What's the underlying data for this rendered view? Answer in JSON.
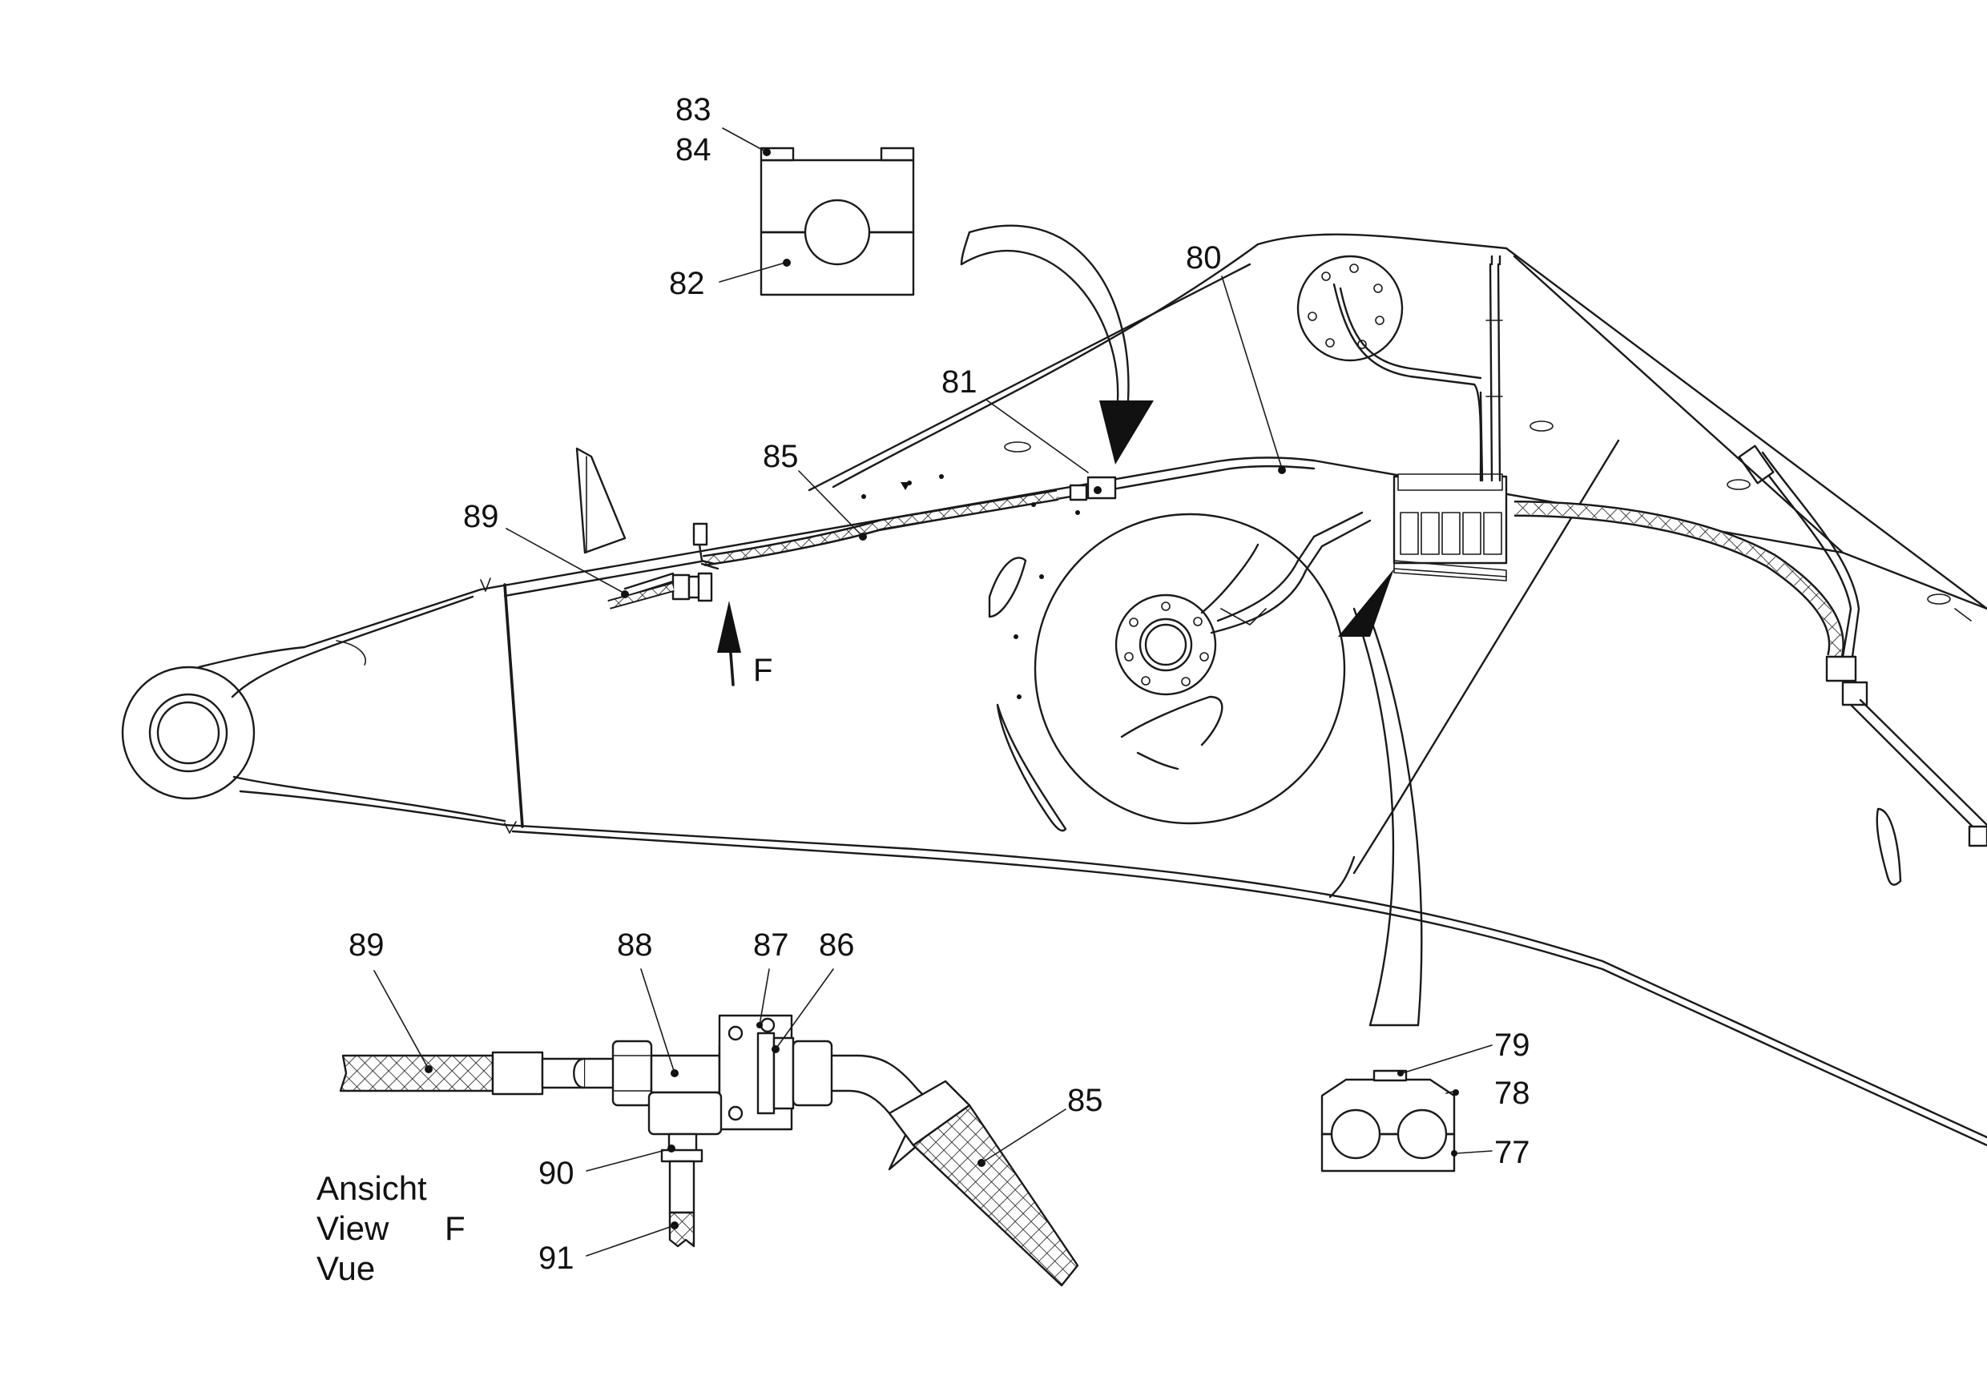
{
  "callouts": {
    "c77": "77",
    "c78": "78",
    "c79": "79",
    "c80": "80",
    "c81": "81",
    "c82": "82",
    "c83": "83",
    "c84": "84",
    "c85_top": "85",
    "c85_bottom": "85",
    "c86": "86",
    "c87": "87",
    "c88": "88",
    "c89_top": "89",
    "c89_bottom": "89",
    "c90": "90",
    "c91": "91"
  },
  "view_arrow_letter": "F",
  "view_caption": {
    "line1": "Ansicht",
    "line2": "View",
    "line2_letter": "F",
    "line3": "Vue"
  },
  "colors": {
    "line": "#1a1a1a",
    "background": "#ffffff"
  }
}
